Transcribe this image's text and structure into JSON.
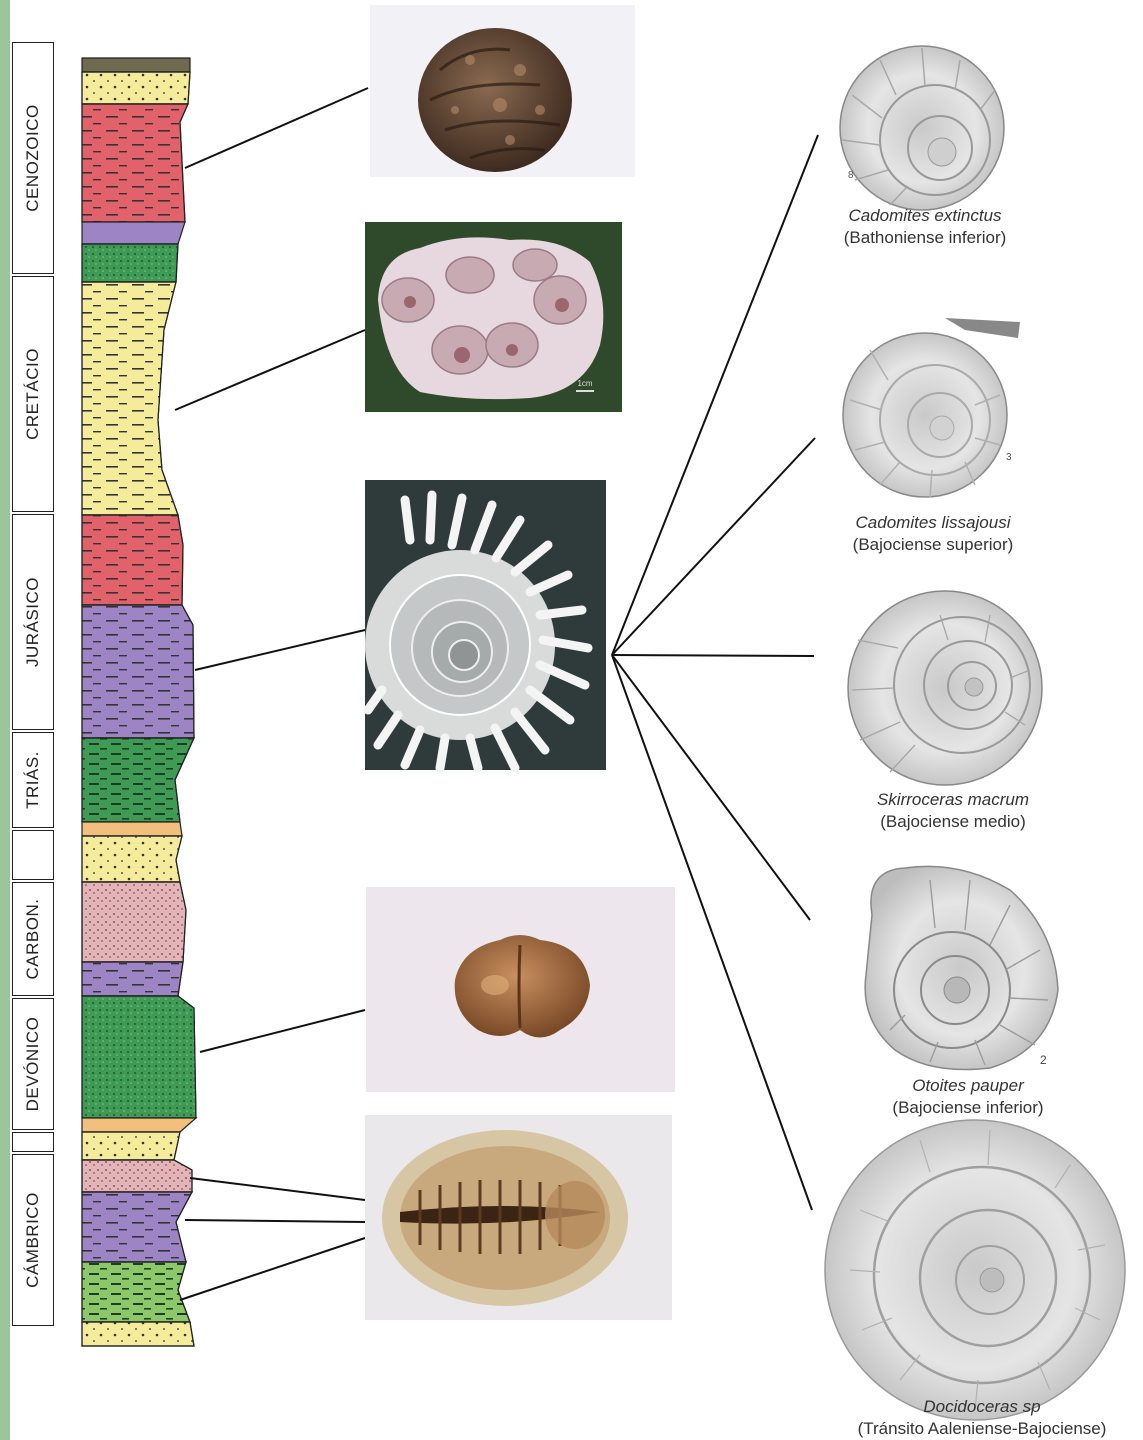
{
  "periods": [
    {
      "label": "CENOZOICO"
    },
    {
      "label": "CRETÁCIO"
    },
    {
      "label": "JURÁSICO"
    },
    {
      "label": "TRIÁS."
    },
    {
      "label": ""
    },
    {
      "label": "CARBON."
    },
    {
      "label": "DEVÓNICO"
    },
    {
      "label": ""
    },
    {
      "label": "CÁMBRICO"
    }
  ],
  "ammonites": [
    {
      "species": "Cadomites extinctus",
      "age": "(Bathoniense inferior)"
    },
    {
      "species": "Cadomites lissajousi",
      "age": "(Bajociense superior)"
    },
    {
      "species": "Skirroceras macrum",
      "age": "(Bajociense medio)"
    },
    {
      "species": "Otoites pauper",
      "age": "(Bajociense inferior)"
    },
    {
      "species": "Docidoceras sp",
      "age": "(Tránsito Aaleniense-Bajociense)"
    }
  ],
  "plate_numbers": [
    "8",
    "3",
    "2"
  ],
  "scale_label": "1cm",
  "fossil_photos": [
    {
      "name": "sea-urchin-fossil"
    },
    {
      "name": "oyster-cluster-fossil"
    },
    {
      "name": "ammonite-fossil"
    },
    {
      "name": "brachiopod-fossil"
    },
    {
      "name": "trilobite-fossil"
    }
  ],
  "colors": {
    "sandstone_yellow": "#f4ec9a",
    "red_layer": "#e2626b",
    "purple_layer": "#9d84c4",
    "green_layer": "#3f9a55",
    "pink_layer": "#e4b4b8",
    "orange_layer": "#f2bf7c",
    "photo_dark_bg": "#2f3b3b",
    "photo_green_bg": "#2f4a2a"
  }
}
